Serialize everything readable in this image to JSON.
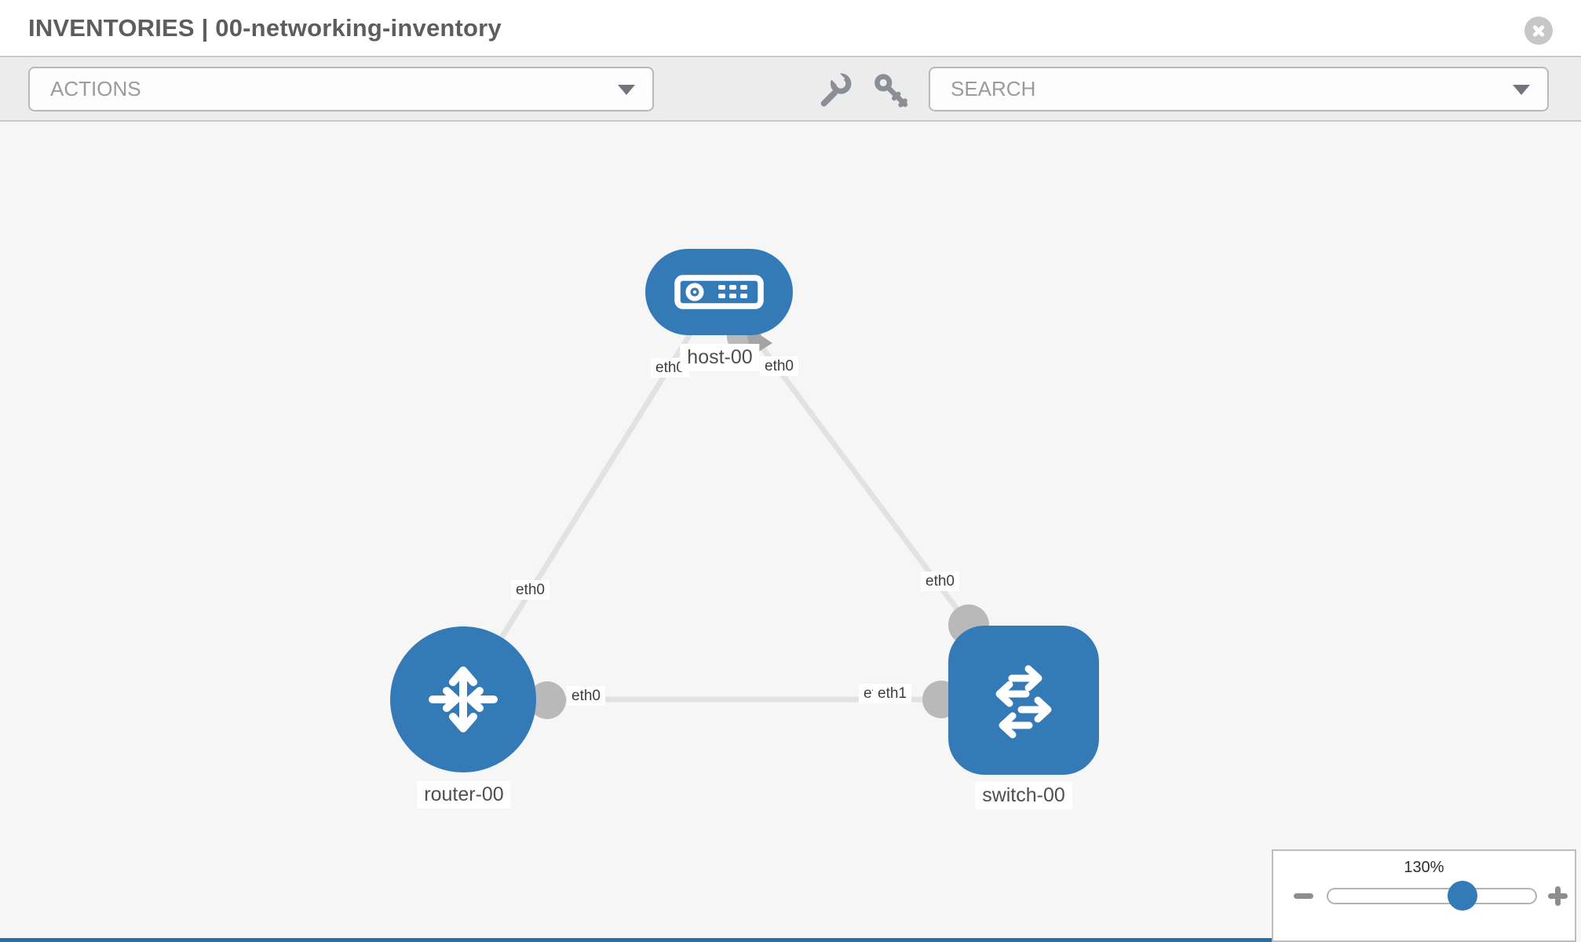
{
  "header": {
    "title": "INVENTORIES | 00-networking-inventory"
  },
  "toolbar": {
    "actions_placeholder": "ACTIONS",
    "search_placeholder": "SEARCH"
  },
  "topology": {
    "nodes": [
      {
        "label": "host-00",
        "type": "host"
      },
      {
        "label": "router-00",
        "type": "router"
      },
      {
        "label": "switch-00",
        "type": "switch"
      }
    ],
    "links": [
      {
        "source": "host-00",
        "source_interface": "eth0",
        "target": "router-00",
        "target_interface": "eth0"
      },
      {
        "source": "host-00",
        "source_interface": "eth0",
        "target": "switch-00",
        "target_interface": "eth0"
      },
      {
        "source": "router-00",
        "source_interface": "eth0",
        "target": "switch-00",
        "target_interface": "eth1"
      }
    ],
    "overlapped_badge": {
      "under": "eth0",
      "over": "eth1"
    }
  },
  "zoom_control": {
    "value": "130%"
  },
  "colors": {
    "node_blue": "#337ab7",
    "link_gray": "#e2e2e2",
    "connector_gray": "#b9b9b9",
    "footer_blue": "#2c6da4",
    "toolbar_bg": "#ececec"
  }
}
